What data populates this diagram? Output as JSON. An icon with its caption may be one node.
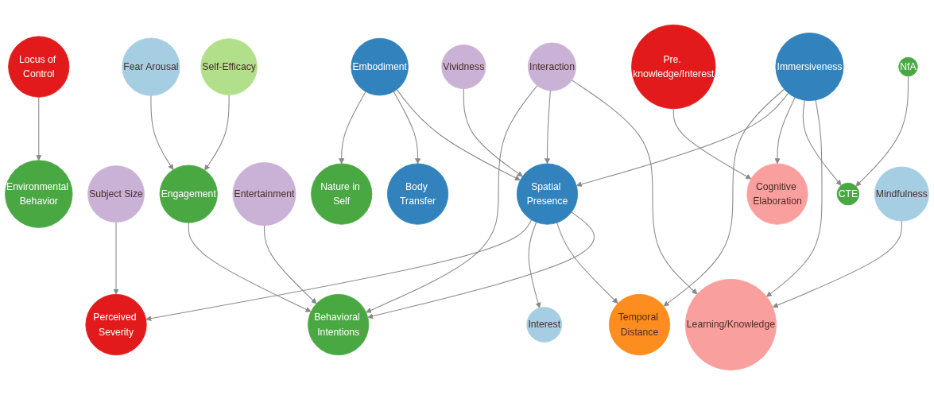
{
  "diagram": {
    "nodes": [
      {
        "text": [
          "Locus of Control"
        ]
      },
      {
        "text": [
          "Environmental Behavior"
        ]
      },
      {
        "text": [
          "Perceived Severity"
        ]
      },
      {
        "text": [
          "Subject Size"
        ]
      },
      {
        "text": [
          "Nature in Self"
        ]
      },
      {
        "text": [
          "Body Transfer"
        ]
      },
      {
        "text": [
          "Embodiment"
        ]
      },
      {
        "text": [
          "Pre. knowledge/Interest"
        ]
      },
      {
        "text": [
          "Spatial Presence"
        ]
      },
      {
        "text": [
          "Temporal Distance"
        ]
      },
      {
        "text": [
          "Interest"
        ]
      },
      {
        "text": [
          "Fear Arousal"
        ]
      },
      {
        "text": [
          "Cognitive Elaboration"
        ]
      },
      {
        "text": [
          "Immersiveness"
        ]
      },
      {
        "text": [
          "Engagement"
        ]
      },
      {
        "text": [
          "Vividness"
        ]
      },
      {
        "text": [
          "Self-Efficacy"
        ]
      },
      {
        "text": [
          "Behavioral Intentions"
        ]
      },
      {
        "text": [
          "Learning/Knowledge"
        ]
      },
      {
        "text": [
          "CTE"
        ]
      },
      {
        "text": [
          "Entertainment"
        ]
      },
      {
        "text": [
          "Mindfulness"
        ]
      },
      {
        "text": [
          "NfA"
        ]
      },
      {
        "text": [
          "Interaction"
        ]
      }
    ],
    "edges": [
      {
        "from": 0,
        "to": 1,
        "arrow": "to"
      },
      {
        "from": 3,
        "to": 2,
        "arrow": "to"
      },
      {
        "from": 8,
        "to": 2,
        "arrow": "to"
      },
      {
        "from": 6,
        "to": 4,
        "arrow": "to"
      },
      {
        "from": 6,
        "to": 5,
        "arrow": "to"
      },
      {
        "from": 6,
        "to": 8,
        "arrow": "to"
      },
      {
        "from": 8,
        "to": 10,
        "arrow": "to"
      },
      {
        "from": 8,
        "to": 9,
        "arrow": "to"
      },
      {
        "from": 13,
        "to": 9,
        "arrow": "to"
      },
      {
        "from": 13,
        "to": 8,
        "arrow": "to"
      },
      {
        "from": 15,
        "to": 8,
        "arrow": "to"
      },
      {
        "from": 7,
        "to": 12,
        "arrow": "to"
      },
      {
        "from": 13,
        "to": 12,
        "arrow": "to"
      },
      {
        "from": 13,
        "to": 19,
        "arrow": "to"
      },
      {
        "from": 22,
        "to": 19,
        "arrow": "to"
      },
      {
        "from": 8,
        "to": 17,
        "arrow": "to"
      },
      {
        "from": 11,
        "to": 14,
        "arrow": "to"
      },
      {
        "from": 16,
        "to": 14,
        "arrow": "to"
      },
      {
        "from": 14,
        "to": 17,
        "arrow": "to"
      },
      {
        "from": 20,
        "to": 17,
        "arrow": "to"
      },
      {
        "from": 23,
        "to": 17,
        "arrow": "to"
      },
      {
        "from": 23,
        "to": 8,
        "arrow": "to"
      },
      {
        "from": 23,
        "to": 18,
        "arrow": "to"
      },
      {
        "from": 13,
        "to": 18,
        "arrow": "to"
      },
      {
        "from": 21,
        "to": 18,
        "arrow": "to"
      }
    ]
  }
}
